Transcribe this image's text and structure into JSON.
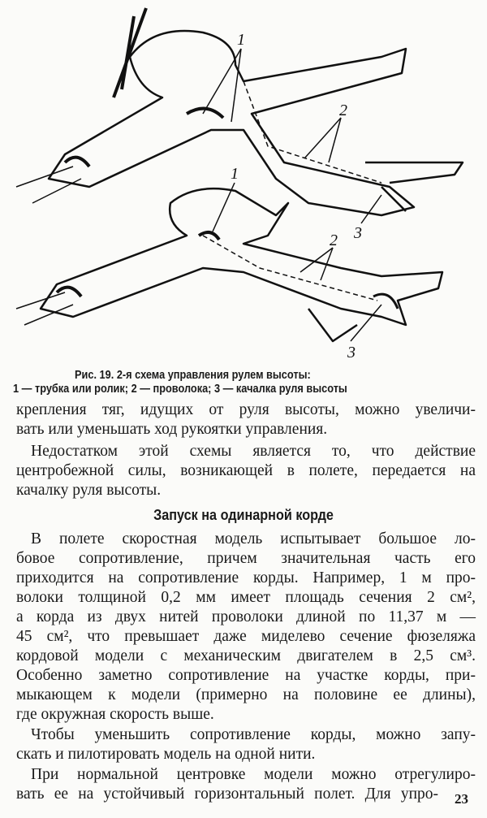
{
  "figure": {
    "labels": [
      "1",
      "2",
      "3"
    ],
    "caption_title": "Рис. 19. 2-я схема управления рулем высоты:",
    "caption_legend": "1 — трубка или ролик; 2 — проволока; 3 — качалка руля высоты"
  },
  "body_lines_1": [
    "крепления тяг, идущих от руля высоты, можно увеличи-",
    "вать или уменьшать ход рукоятки управления.",
    "Недостатком этой схемы является то, что действие",
    "центробежной силы, возникающей в полете, передается на",
    "качалку руля высоты."
  ],
  "section_heading": "Запуск на одинарной корде",
  "body_lines_2": [
    "В полете скоростная модель испытывает большое ло-",
    "бовое сопротивление, причем значительная часть его",
    "приходится на сопротивление корды. Например, 1 м про-",
    "волоки толщиной 0,2 мм имеет площадь сечения 2 см²,",
    "а корда из двух нитей проволоки длиной по 11,37 м —",
    "45 см², что превышает даже миделево сечение фюзеляжа",
    "кордовой модели с механическим двигателем в 2,5 см³.",
    "Особенно заметно сопротивление на участке корды, при-",
    "мыкающем к модели (примерно на половине ее длины),",
    "где окружная скорость выше.",
    "Чтобы уменьшить сопротивление корды, можно запу-",
    "скать и пилотировать модель на одной нити.",
    "При нормальной центровке модели можно отрегулиро-",
    "вать ее на устойчивый горизонтальный полет. Для упро-"
  ],
  "page_number": "23"
}
